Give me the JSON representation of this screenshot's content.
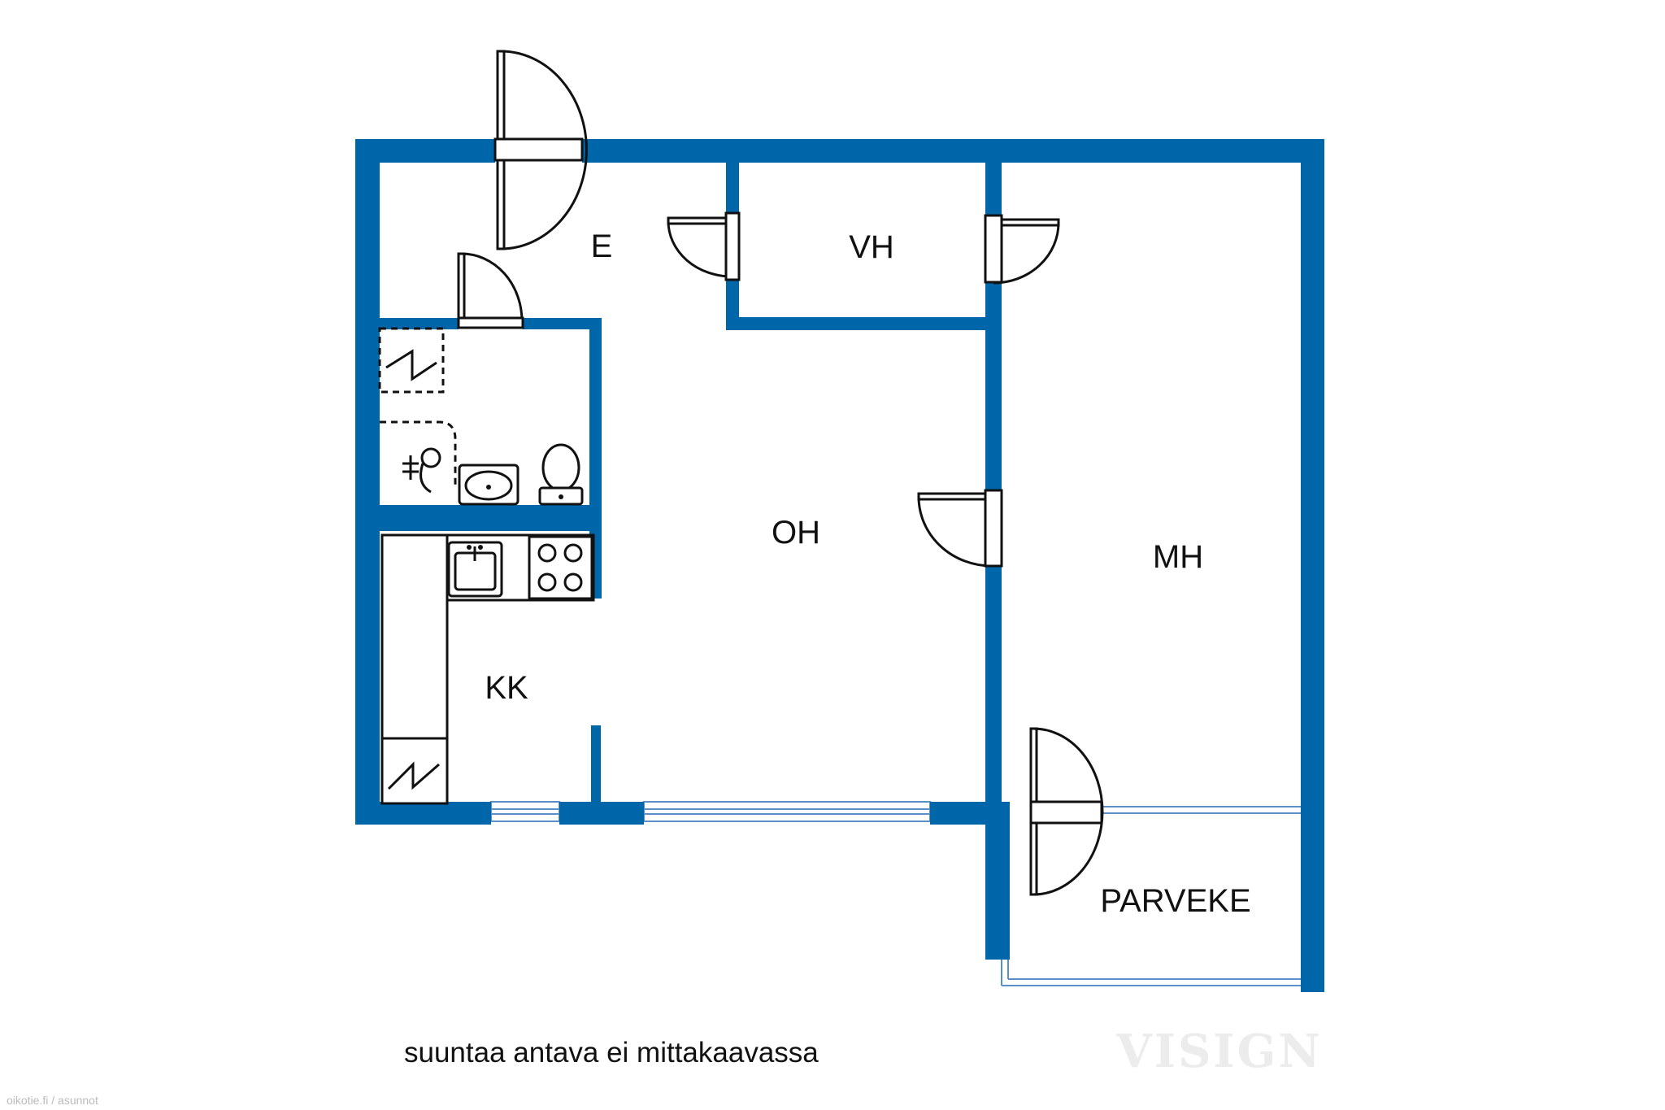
{
  "colors": {
    "wall": "#0066aa",
    "background": "#ffffff",
    "line": "#111111",
    "watermark": "#ececec"
  },
  "rooms": {
    "entrance": "E",
    "walk_in_closet": "VH",
    "living_room": "OH",
    "bedroom": "MH",
    "kitchenette": "KK",
    "balcony": "PARVEKE"
  },
  "caption": "suuntaa antava ei mittakaavassa",
  "watermark": "VISIGN",
  "source": "oikotie.fi / asunnot"
}
